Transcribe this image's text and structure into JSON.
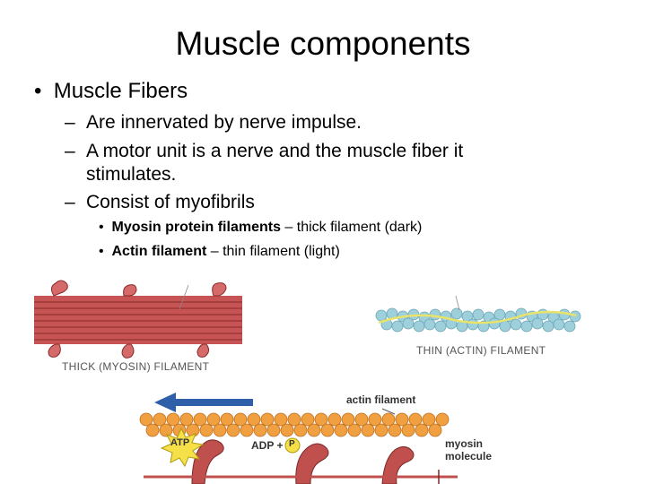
{
  "slide": {
    "title": "Muscle components",
    "bullet_main": "Muscle Fibers",
    "sub_bullets": [
      "Are innervated by nerve impulse.",
      "A motor unit is a nerve and the muscle fiber it stimulates.",
      "Consist of myofibrils"
    ],
    "sub_sub_bullets": [
      {
        "bold": "Myosin protein filaments",
        "rest": " – thick filament (dark)"
      },
      {
        "bold": "Actin filament",
        "rest": " – thin filament (light)"
      }
    ]
  },
  "figure": {
    "thick_caption": "THICK (MYOSIN) FILAMENT",
    "thin_caption": "THIN (ACTIN) FILAMENT",
    "actin_label": "actin filament",
    "atp_label": "ATP",
    "adp_label": "ADP +",
    "p_label": "P",
    "myosin_label_1": "myosin",
    "myosin_label_2": "molecule",
    "colors": {
      "myosin_red": "#c0504d",
      "actin_orange": "#f0a040",
      "thin_blue": "#9ed0dc",
      "arrow_blue": "#2e5fa8",
      "atp_yellow": "#f5e04a"
    }
  }
}
